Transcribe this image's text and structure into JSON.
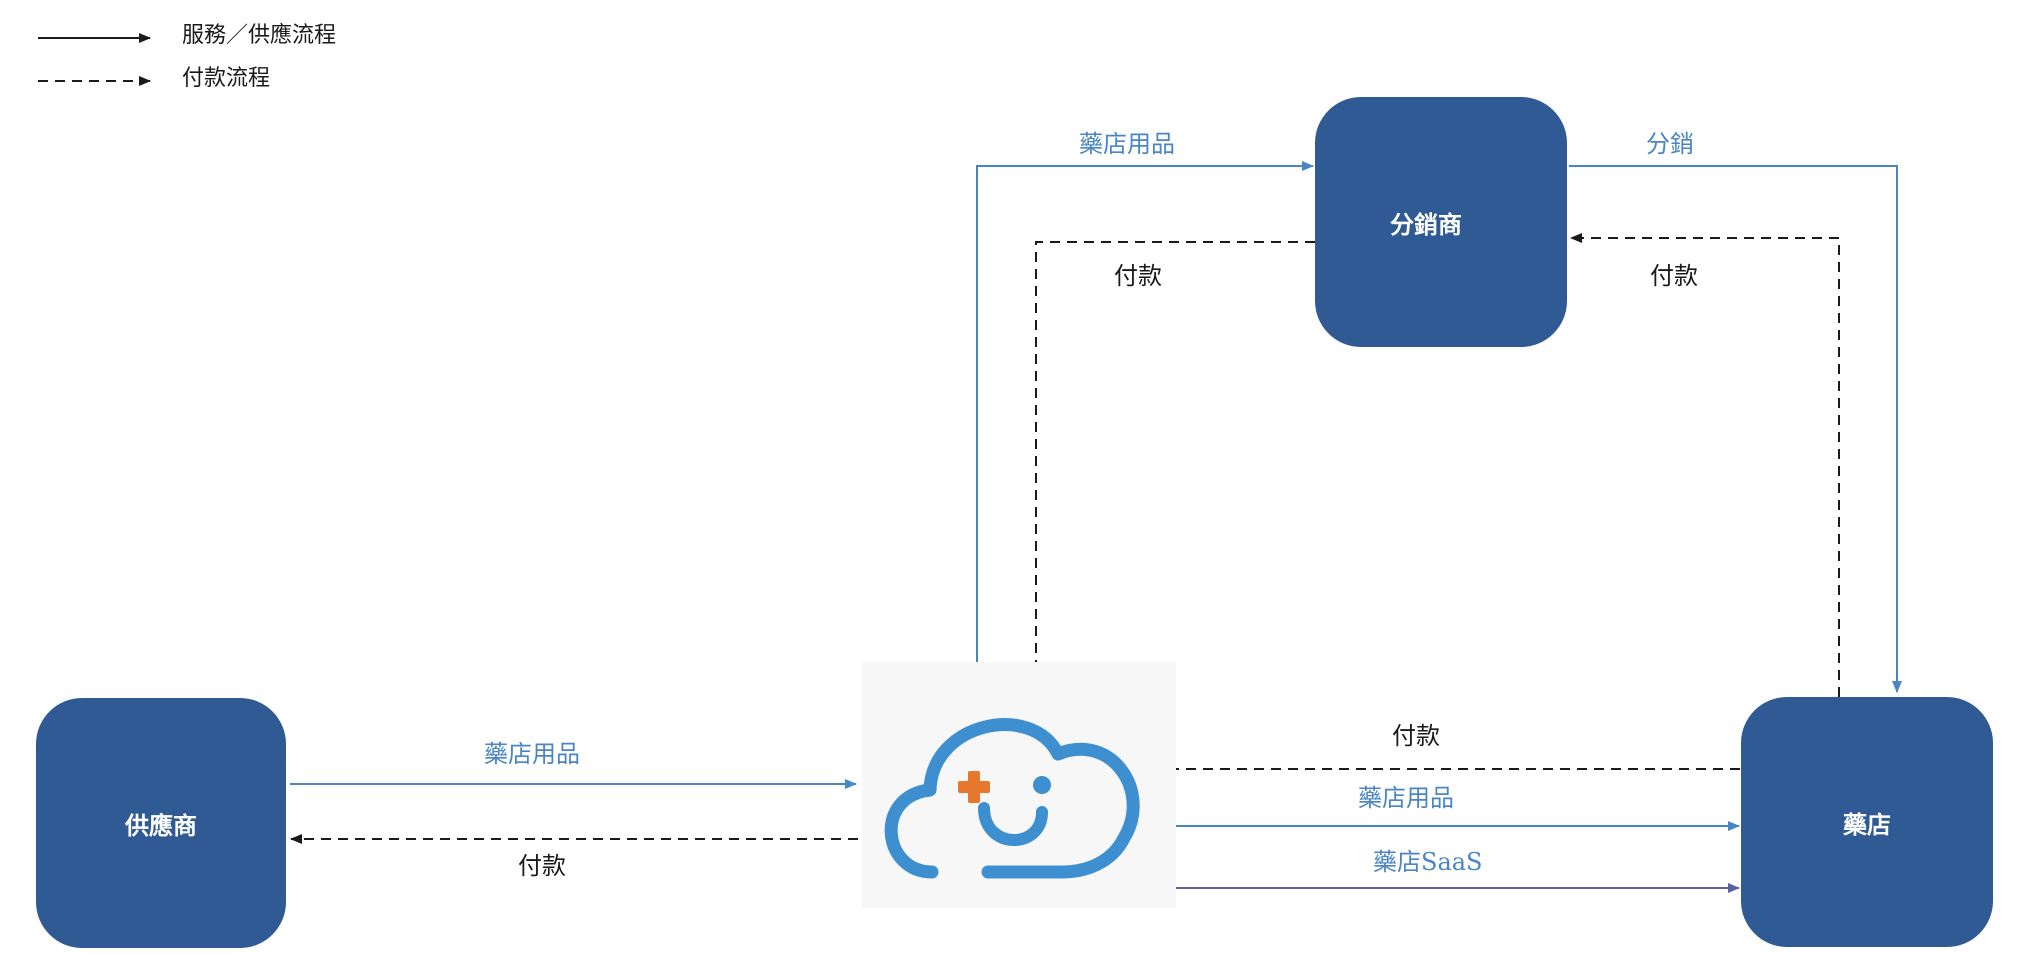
{
  "legend": {
    "solid_label": "服務／供應流程",
    "dashed_label": "付款流程"
  },
  "nodes": {
    "supplier": "供應商",
    "distributor": "分銷商",
    "pharmacy": "藥店",
    "platform_logo": "cloud-medical-logo-icon"
  },
  "edges": {
    "supplier_to_platform": "藥店用品",
    "platform_to_supplier": "付款",
    "platform_to_distributor": "藥店用品",
    "distributor_to_platform": "付款",
    "distributor_to_pharmacy": "分銷",
    "pharmacy_to_distributor": "付款",
    "pharmacy_to_platform": "付款",
    "platform_to_pharmacy_supplies": "藥店用品",
    "platform_to_pharmacy_saas": "藥店SaaS"
  },
  "colors": {
    "node_fill": "#2f5a93",
    "service_line": "#4a86c5",
    "saas_line": "#5a63a8",
    "payment_line": "#1a1a1a",
    "logo_blue": "#3d8fd0",
    "logo_orange": "#e8772e"
  }
}
